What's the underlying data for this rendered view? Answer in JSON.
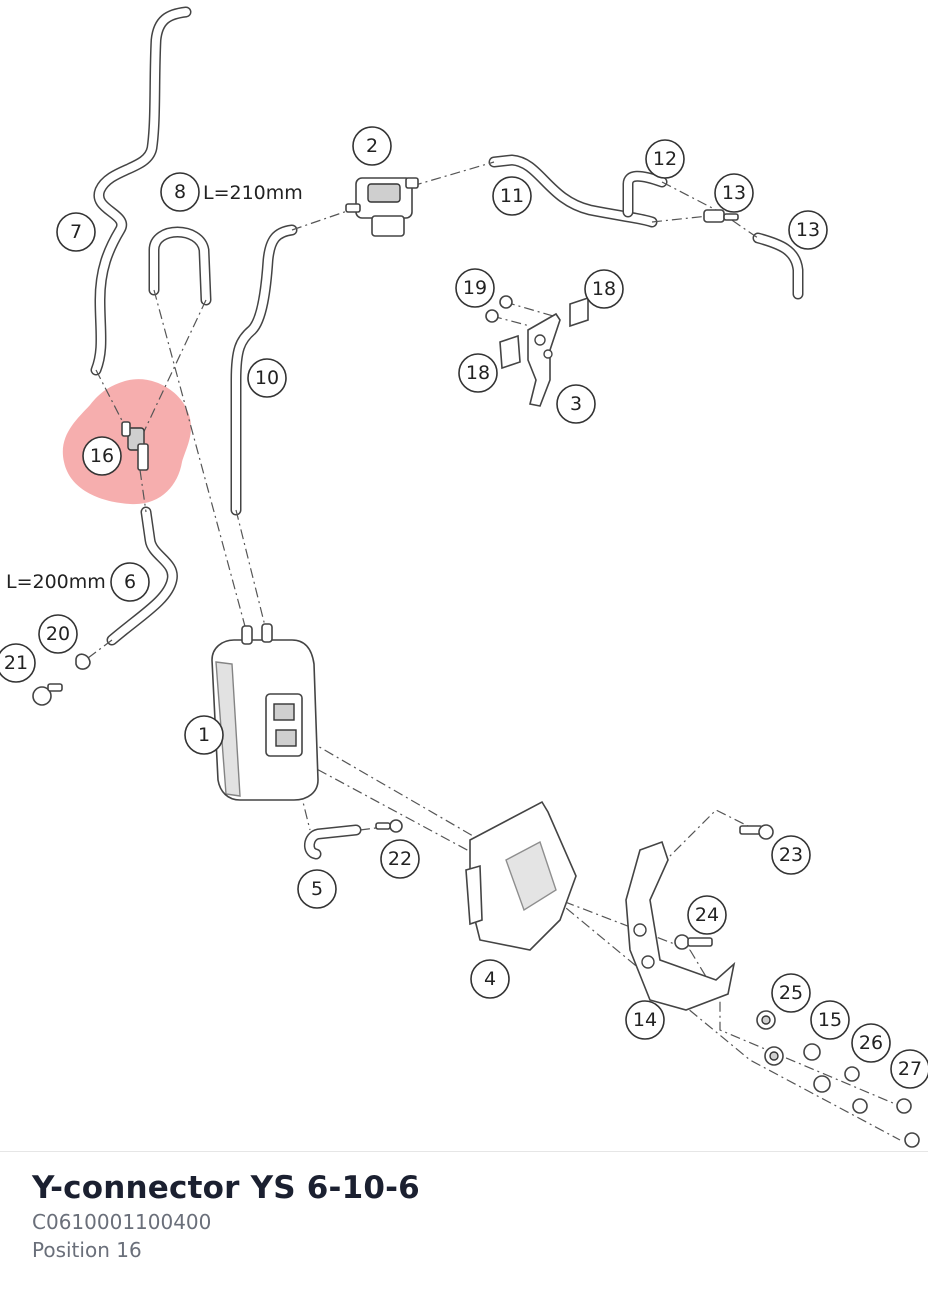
{
  "diagram": {
    "highlight_color": "#f5a0a0",
    "highlighted_position": "16",
    "callouts": [
      "1",
      "2",
      "3",
      "4",
      "5",
      "6",
      "7",
      "8",
      "10",
      "11",
      "12",
      "13",
      "13",
      "14",
      "15",
      "16",
      "18",
      "18",
      "19",
      "20",
      "21",
      "22",
      "23",
      "24",
      "25",
      "26",
      "27"
    ],
    "dimensions": {
      "hose_10": "L=210mm",
      "hose_7": "L=200mm"
    }
  },
  "info": {
    "title": "Y-connector YS 6-10-6",
    "part_number": "C0610001100400",
    "position": "Position 16"
  }
}
